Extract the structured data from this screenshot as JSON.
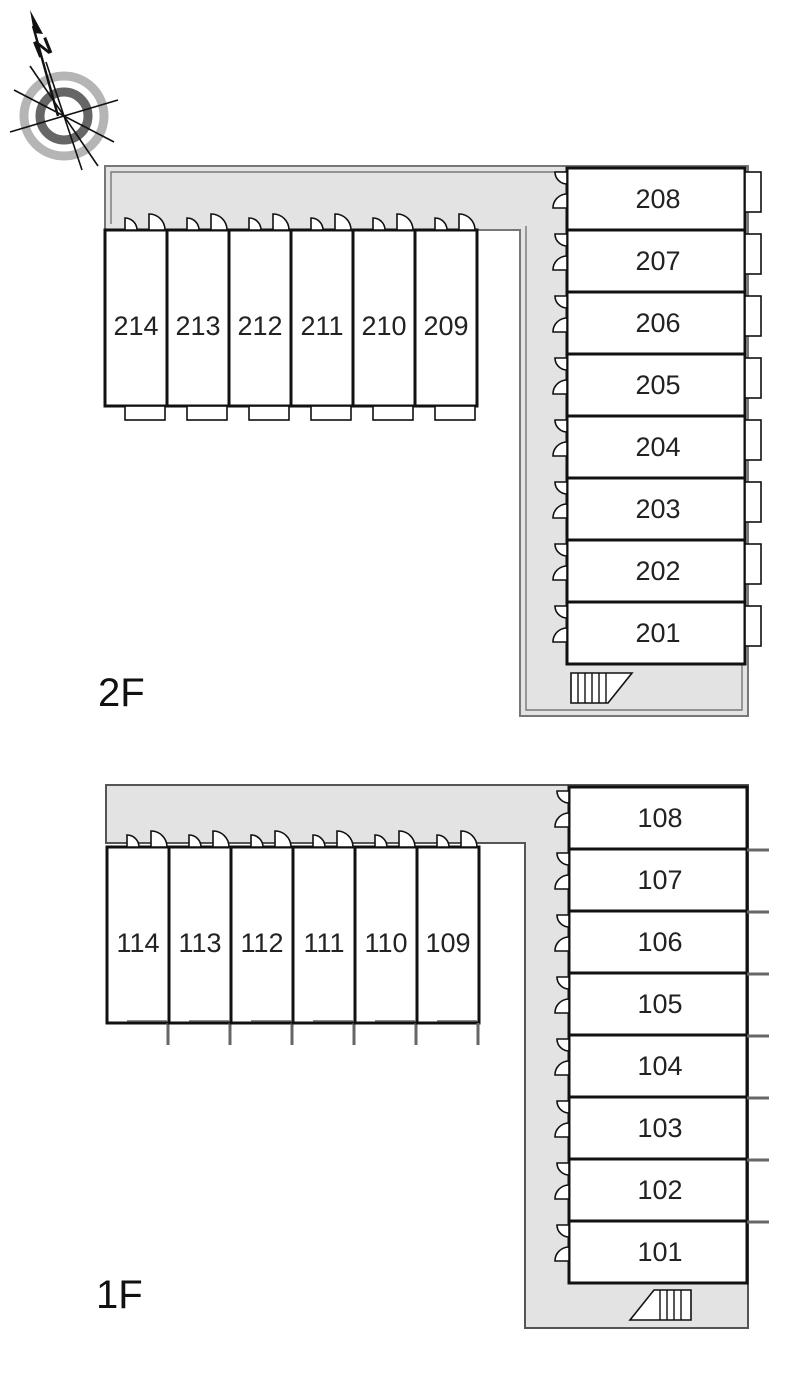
{
  "compass": {
    "north_label": "N",
    "icon": "compass-rose-icon"
  },
  "floors": [
    {
      "id": "2f",
      "label": "2F",
      "row_units": [
        "214",
        "213",
        "212",
        "211",
        "210",
        "209"
      ],
      "column_units": [
        "208",
        "207",
        "206",
        "205",
        "204",
        "203",
        "202",
        "201"
      ],
      "stairs_icon": "stairs-icon"
    },
    {
      "id": "1f",
      "label": "1F",
      "row_units": [
        "114",
        "113",
        "112",
        "111",
        "110",
        "109"
      ],
      "column_units": [
        "108",
        "107",
        "106",
        "105",
        "104",
        "103",
        "102",
        "101"
      ],
      "stairs_icon": "stairs-icon"
    }
  ],
  "colors": {
    "corridor": "#e3e3e3",
    "unit_fill": "#ffffff",
    "wall": "#111111",
    "corridor_edge": "#777777"
  }
}
